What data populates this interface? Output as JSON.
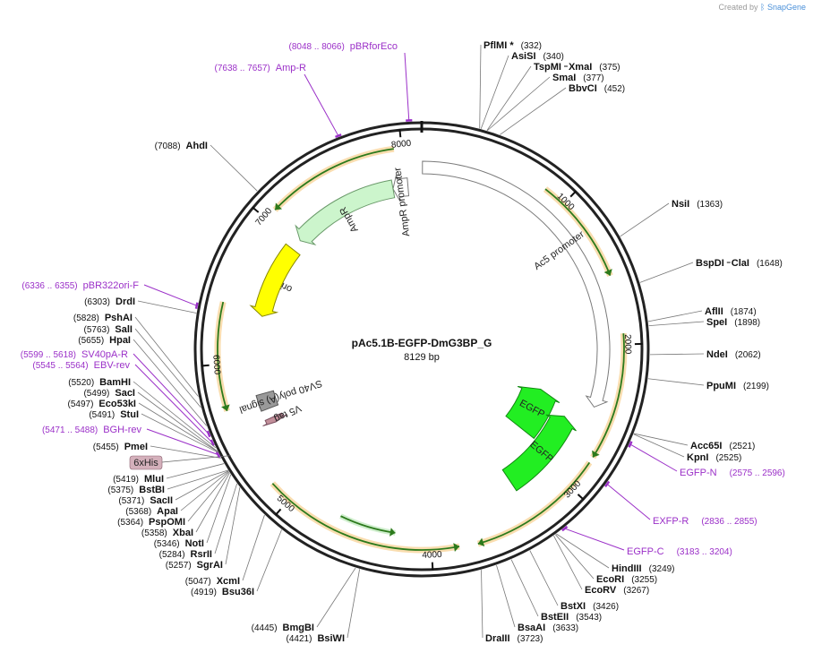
{
  "credit": {
    "prefix": "Created by",
    "brand": "SnapGene"
  },
  "plasmid": {
    "name": "pAc5.1B-EGFP-DmG3BP_G",
    "length": "8129 bp",
    "total_bp": 8129
  },
  "ticks": [
    {
      "label": "1000",
      "bp": 1000
    },
    {
      "label": "2000",
      "bp": 2000
    },
    {
      "label": "3000",
      "bp": 3000
    },
    {
      "label": "4000",
      "bp": 4000
    },
    {
      "label": "5000",
      "bp": 5000
    },
    {
      "label": "6000",
      "bp": 6000
    },
    {
      "label": "7000",
      "bp": 7000
    },
    {
      "label": "8000",
      "bp": 8000
    }
  ],
  "features": [
    {
      "label": "Ac5 promoter",
      "start": 5,
      "end": 2450,
      "dir": 1,
      "color": "#ffffff",
      "stroke": "#7a7a7a",
      "lane": "inner2"
    },
    {
      "label": "AmpR promoter",
      "start": 7900,
      "end": 8020,
      "dir": -1,
      "color": "#ffffff",
      "stroke": "#7a7a7a",
      "lane": "inner1"
    },
    {
      "label": "AmpR",
      "start": 7040,
      "end": 7900,
      "dir": -1,
      "color": "#ccf5cc",
      "stroke": "#6a9a6a",
      "lane": "inner1"
    },
    {
      "label": "ori",
      "start": 6360,
      "end": 6950,
      "dir": -1,
      "color": "#ffff00",
      "stroke": "#888800",
      "lane": "inner1"
    },
    {
      "label": "SV40 poly(A) signal",
      "start": 5620,
      "end": 5745,
      "dir": 0,
      "color": "#999999",
      "stroke": "#555555",
      "lane": "inner1"
    },
    {
      "label": "V5 tag",
      "start": 5500,
      "end": 5545,
      "dir": -1,
      "color": "#c28f9a",
      "stroke": "#7a5060",
      "lane": "inner1"
    },
    {
      "label": "EGFP",
      "start": 2450,
      "end": 2900,
      "dir": -1,
      "color": "#22ee22",
      "stroke": "#118811",
      "lane": "inner3"
    },
    {
      "label": "EGFP",
      "start": 2600,
      "end": 3300,
      "dir": -1,
      "color": "#22ee22",
      "stroke": "#118811",
      "lane": "inner4"
    }
  ],
  "orfs": [
    {
      "start": 850,
      "end": 1550,
      "dir": 1
    },
    {
      "start": 1930,
      "end": 2760,
      "dir": 1
    },
    {
      "start": 2800,
      "end": 3700,
      "dir": 1
    },
    {
      "start": 3820,
      "end": 5150,
      "dir": -1
    },
    {
      "start": 5700,
      "end": 6400,
      "dir": -1
    },
    {
      "start": 7080,
      "end": 7950,
      "dir": -1
    }
  ],
  "primers": [
    {
      "name": "pBRforEco",
      "range": "(8048 .. 8066)",
      "bp": 8057
    },
    {
      "name": "Amp-R",
      "range": "(7638 .. 7657)",
      "bp": 7647
    },
    {
      "name": "pBR322ori-F",
      "range": "(6336 .. 6355)",
      "bp": 6345
    },
    {
      "name": "SV40pA-R",
      "range": "(5599 .. 5618)",
      "bp": 5608
    },
    {
      "name": "EBV-rev",
      "range": "(5545 .. 5564)",
      "bp": 5554
    },
    {
      "name": "BGH-rev",
      "range": "(5471 .. 5488)",
      "bp": 5479
    },
    {
      "name": "EGFP-N",
      "range": "(2575 .. 2596)",
      "bp": 2585
    },
    {
      "name": "EXFP-R",
      "range": "(2836 .. 2855)",
      "bp": 2845
    },
    {
      "name": "EGFP-C",
      "range": "(3183 .. 3204)",
      "bp": 3193
    }
  ],
  "enzymes_right": [
    {
      "name": "PflMI *",
      "pos": "(332)",
      "bp": 332
    },
    {
      "name": "AsiSI",
      "pos": "(340)",
      "bp": 340
    },
    {
      "name": "TspMI",
      "name2": "XmaI",
      "pos": "(375)",
      "bp": 375
    },
    {
      "name": "SmaI",
      "pos": "(377)",
      "bp": 377
    },
    {
      "name": "BbvCI",
      "pos": "(452)",
      "bp": 452
    },
    {
      "name": "NsiI",
      "pos": "(1363)",
      "bp": 1363
    },
    {
      "name": "BspDI",
      "name2": "ClaI",
      "pos": "(1648)",
      "bp": 1648
    },
    {
      "name": "AflII",
      "pos": "(1874)",
      "bp": 1874
    },
    {
      "name": "SpeI",
      "pos": "(1898)",
      "bp": 1898
    },
    {
      "name": "NdeI",
      "pos": "(2062)",
      "bp": 2062
    },
    {
      "name": "PpuMI",
      "pos": "(2199)",
      "bp": 2199
    },
    {
      "name": "Acc65I",
      "pos": "(2521)",
      "bp": 2521
    },
    {
      "name": "KpnI",
      "pos": "(2525)",
      "bp": 2525
    },
    {
      "name": "HindIII",
      "pos": "(3249)",
      "bp": 3249
    },
    {
      "name": "EcoRI",
      "pos": "(3255)",
      "bp": 3255
    },
    {
      "name": "EcoRV",
      "pos": "(3267)",
      "bp": 3267
    },
    {
      "name": "BstXI",
      "pos": "(3426)",
      "bp": 3426
    },
    {
      "name": "BstEII",
      "pos": "(3543)",
      "bp": 3543
    },
    {
      "name": "BsaAI",
      "pos": "(3633)",
      "bp": 3633
    },
    {
      "name": "DraIII",
      "pos": "(3723)",
      "bp": 3723
    }
  ],
  "enzymes_left": [
    {
      "name": "AhdI",
      "pos": "(7088)",
      "bp": 7088
    },
    {
      "name": "DrdI",
      "pos": "(6303)",
      "bp": 6303
    },
    {
      "name": "PshAI",
      "pos": "(5828)",
      "bp": 5828
    },
    {
      "name": "SalI",
      "pos": "(5763)",
      "bp": 5763
    },
    {
      "name": "HpaI",
      "pos": "(5655)",
      "bp": 5655
    },
    {
      "name": "BamHI",
      "pos": "(5520)",
      "bp": 5520
    },
    {
      "name": "SacI",
      "pos": "(5499)",
      "bp": 5499
    },
    {
      "name": "Eco53kI",
      "pos": "(5497)",
      "bp": 5497
    },
    {
      "name": "StuI",
      "pos": "(5491)",
      "bp": 5491
    },
    {
      "name": "PmeI",
      "pos": "(5455)",
      "bp": 5455
    },
    {
      "name": "MluI",
      "pos": "(5419)",
      "bp": 5419
    },
    {
      "name": "BstBI",
      "pos": "(5375)",
      "bp": 5375
    },
    {
      "name": "SacII",
      "pos": "(5371)",
      "bp": 5371
    },
    {
      "name": "ApaI",
      "pos": "(5368)",
      "bp": 5368
    },
    {
      "name": "PspOMI",
      "pos": "(5364)",
      "bp": 5364
    },
    {
      "name": "XbaI",
      "pos": "(5358)",
      "bp": 5358
    },
    {
      "name": "NotI",
      "pos": "(5346)",
      "bp": 5346
    },
    {
      "name": "RsrII",
      "pos": "(5284)",
      "bp": 5284
    },
    {
      "name": "SgrAI",
      "pos": "(5257)",
      "bp": 5257
    },
    {
      "name": "XcmI",
      "pos": "(5047)",
      "bp": 5047
    },
    {
      "name": "Bsu36I",
      "pos": "(4919)",
      "bp": 4919
    },
    {
      "name": "BmgBI",
      "pos": "(4445)",
      "bp": 4445
    },
    {
      "name": "BsiWI",
      "pos": "(4421)",
      "bp": 4421
    }
  ],
  "his_tag": {
    "label": "6xHis",
    "bp": 5440,
    "color": "#d4b0bb"
  }
}
